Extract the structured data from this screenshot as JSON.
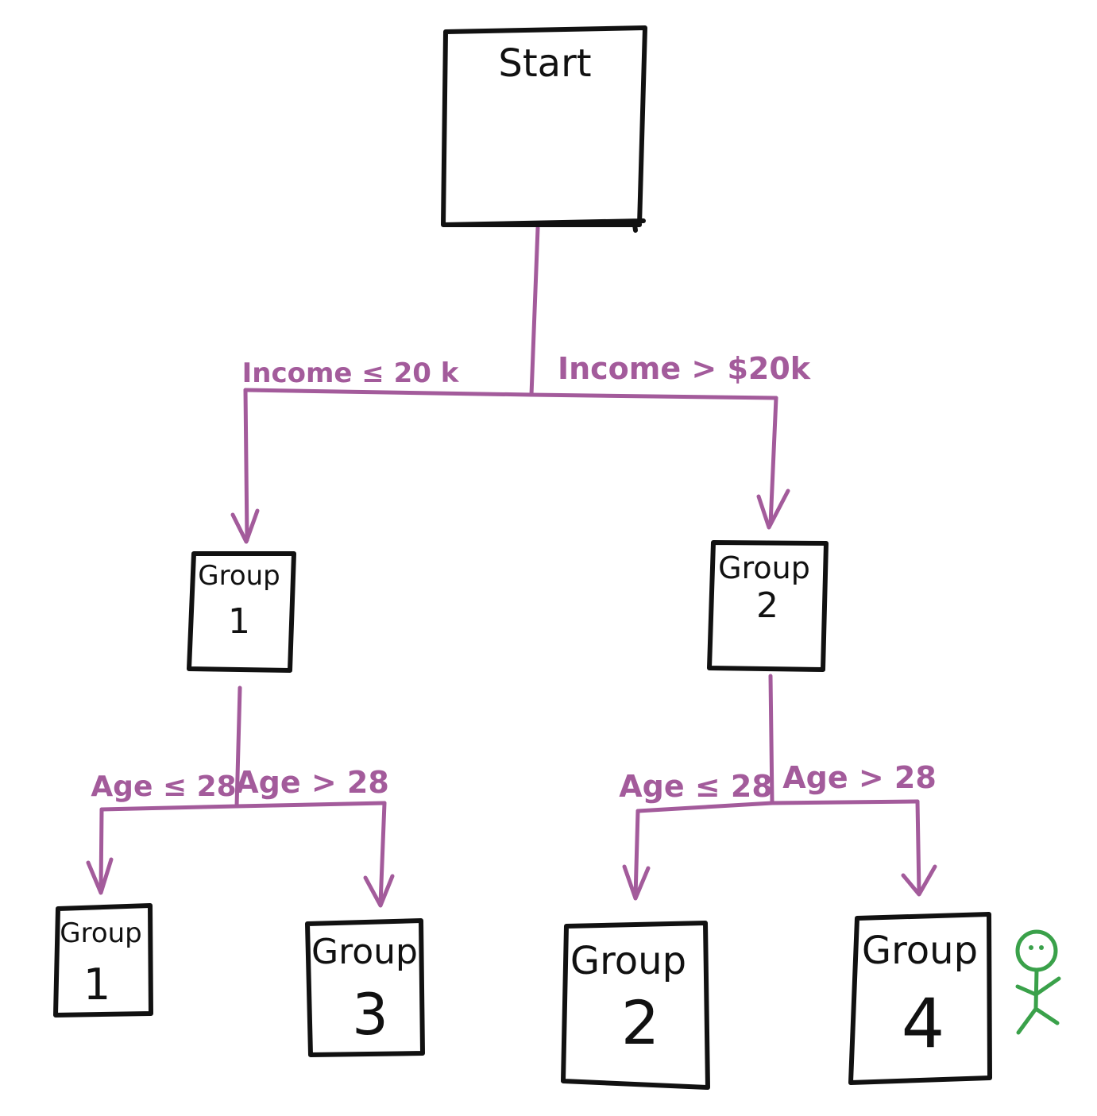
{
  "colors": {
    "ink": "#111111",
    "edge": "#a35b9b",
    "figure": "#3aa14a",
    "background": "#ffffff"
  },
  "nodes": {
    "start": {
      "label": "Start"
    },
    "group1": {
      "line1": "Group",
      "line2": "1"
    },
    "group2": {
      "line1": "Group",
      "line2": "2"
    },
    "leaf_group1": {
      "line1": "Group",
      "line2": "1"
    },
    "leaf_group3": {
      "line1": "Group",
      "line2": "3"
    },
    "leaf_group2": {
      "line1": "Group",
      "line2": "2"
    },
    "leaf_group4": {
      "line1": "Group",
      "line2": "4"
    }
  },
  "edges": {
    "income_low": "Income ≤ 20 k",
    "income_high": "Income > $20k",
    "g1_age_low": "Age ≤ 28",
    "g1_age_high": "Age > 28",
    "g2_age_low": "Age ≤ 28",
    "g2_age_high": "Age > 28"
  },
  "marker": {
    "icon": "stick-figure-icon",
    "attached_to": "leaf_group4"
  }
}
